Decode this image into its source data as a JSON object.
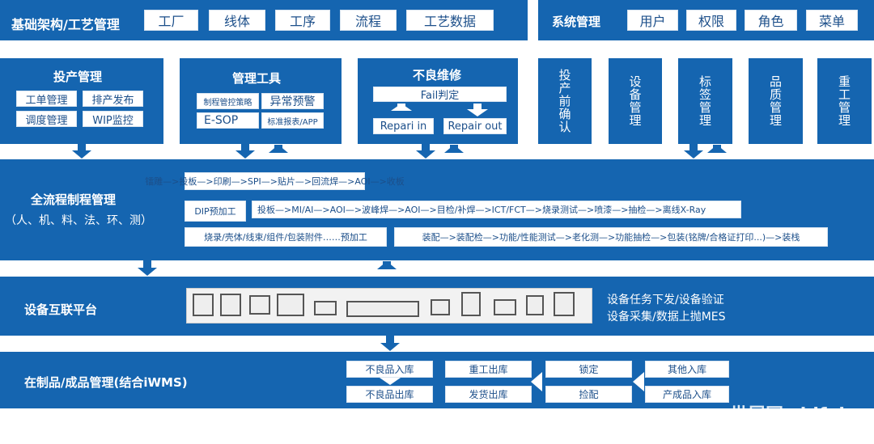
{
  "top_left": {
    "title": "基础架构/工艺管理",
    "items": [
      "工厂",
      "线体",
      "工序",
      "流程",
      "工艺数据"
    ]
  },
  "top_right": {
    "title": "系统管理",
    "items": [
      "用户",
      "权限",
      "角色",
      "菜单"
    ]
  },
  "production": {
    "title": "投产管理",
    "items": [
      "工单管理",
      "排产发布",
      "调度管理",
      "WIP监控"
    ]
  },
  "tools": {
    "title": "管理工具",
    "items": [
      "制程管控策略",
      "异常预警",
      "E-SOP",
      "标准报表/APP"
    ]
  },
  "repair": {
    "title": "不良维修",
    "fail": "Fail判定",
    "in": "Repari in",
    "out": "Repair out"
  },
  "vertical_modules": [
    "投产前确认",
    "设备管理",
    "标签管理",
    "品质管理",
    "重工管理"
  ],
  "process": {
    "title": "全流程制程管理",
    "subtitle": "（人、机、料、法、环、测）",
    "smt": "镭雕—>投板—>印刷—>SPI—>贴片—>回流焊—>AOI—>收板",
    "dip_label": "DIP预加工",
    "dip": "投板—>MI/AI—>AOI—>波峰焊—>AOI—>目检/补焊—>ICT/FCT—>烧录测试—>喷漆—>抽检—>离线X-Ray",
    "pre_label": "烧录/壳体/线束/组件/包装附件……预加工",
    "assembly": "装配—>装配检—>功能/性能测试—>老化测—>功能抽检—>包装(铭牌/合格证打印...)—>装栈"
  },
  "equipment": {
    "title": "设备互联平台",
    "line1": "设备任务下发/设备验证",
    "line2": "设备采集/数据上抛MES"
  },
  "wms": {
    "title": "在制品/成品管理(结合iWMS)",
    "items": [
      "不良品入库",
      "不良品出库",
      "重工出库",
      "发货出库",
      "锁定",
      "捡配",
      "其他入库",
      "产成品入库"
    ]
  },
  "watermark": "世展网 shifair"
}
